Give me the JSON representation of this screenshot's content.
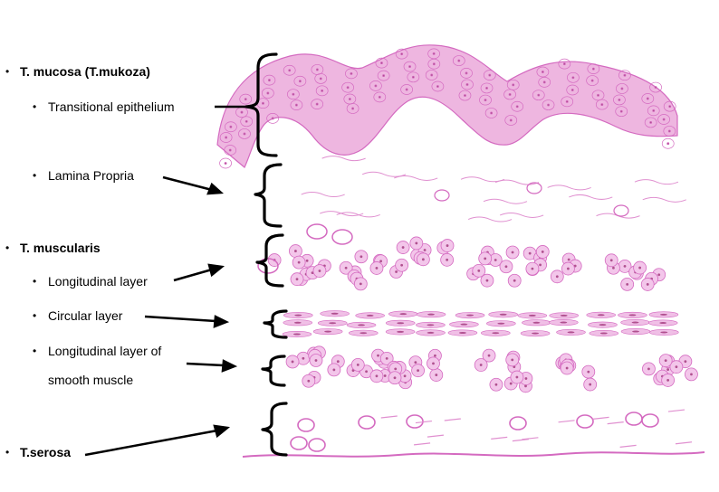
{
  "labels": {
    "mucosa": "T. mucosa (T.mukoza)",
    "transitional": "Transitional epithelium",
    "lamina": "Lamina Propria",
    "muscularis": "T. muscularis",
    "long1": "Longitudinal  layer",
    "circular": "Circular layer",
    "long2_line1": "Longitudinal   layer of",
    "long2_line2": "smooth muscle",
    "serosa": "T.serosa"
  },
  "bullet_symbol": "•",
  "colors": {
    "tissue_pink": "#e8a0d8",
    "tissue_stroke": "#d46ac0",
    "nucleus": "#b0508f",
    "fiber": "#e090d0",
    "ink": "#000000"
  }
}
